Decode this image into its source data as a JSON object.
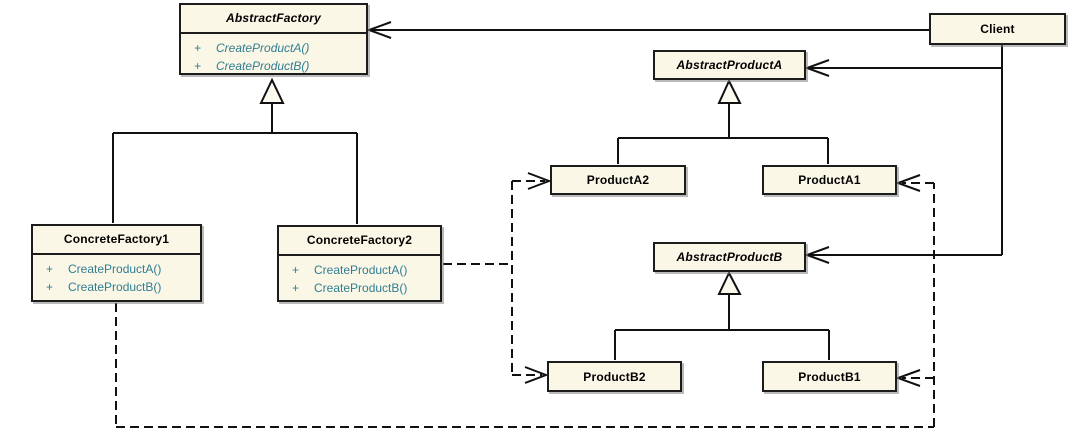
{
  "diagram_type": "uml-class-diagram",
  "pattern": "Abstract Factory",
  "colors": {
    "box_fill": "#FBF7E7",
    "box_border": "#1c1c1c",
    "line": "#111111",
    "method_text": "#2F7D92",
    "title_text": "#000000",
    "background": "#ffffff"
  },
  "classes": {
    "abstract_factory": {
      "name": "AbstractFactory",
      "abstract": true,
      "methods": [
        {
          "visibility": "+",
          "signature": "CreateProductA()"
        },
        {
          "visibility": "+",
          "signature": "CreateProductB()"
        }
      ]
    },
    "client": {
      "name": "Client",
      "abstract": false
    },
    "abstract_product_a": {
      "name": "AbstractProductA",
      "abstract": true
    },
    "product_a2": {
      "name": "ProductA2",
      "abstract": false
    },
    "product_a1": {
      "name": "ProductA1",
      "abstract": false
    },
    "abstract_product_b": {
      "name": "AbstractProductB",
      "abstract": true
    },
    "product_b2": {
      "name": "ProductB2",
      "abstract": false
    },
    "product_b1": {
      "name": "ProductB1",
      "abstract": false
    },
    "concrete_factory1": {
      "name": "ConcreteFactory1",
      "abstract": false,
      "methods": [
        {
          "visibility": "+",
          "signature": "CreateProductA()"
        },
        {
          "visibility": "+",
          "signature": "CreateProductB()"
        }
      ]
    },
    "concrete_factory2": {
      "name": "ConcreteFactory2",
      "abstract": false,
      "methods": [
        {
          "visibility": "+",
          "signature": "CreateProductA()"
        },
        {
          "visibility": "+",
          "signature": "CreateProductB()"
        }
      ]
    }
  },
  "relationships": [
    {
      "from": "Client",
      "to": "AbstractFactory",
      "type": "association",
      "line": "solid",
      "arrow": "open"
    },
    {
      "from": "Client",
      "to": "AbstractProductA",
      "type": "association",
      "line": "solid",
      "arrow": "open"
    },
    {
      "from": "Client",
      "to": "AbstractProductB",
      "type": "association",
      "line": "solid",
      "arrow": "open"
    },
    {
      "from": "ConcreteFactory1",
      "to": "AbstractFactory",
      "type": "generalization",
      "line": "solid",
      "arrow": "hollow-triangle"
    },
    {
      "from": "ConcreteFactory2",
      "to": "AbstractFactory",
      "type": "generalization",
      "line": "solid",
      "arrow": "hollow-triangle"
    },
    {
      "from": "ProductA2",
      "to": "AbstractProductA",
      "type": "generalization",
      "line": "solid",
      "arrow": "hollow-triangle"
    },
    {
      "from": "ProductA1",
      "to": "AbstractProductA",
      "type": "generalization",
      "line": "solid",
      "arrow": "hollow-triangle"
    },
    {
      "from": "ProductB2",
      "to": "AbstractProductB",
      "type": "generalization",
      "line": "solid",
      "arrow": "hollow-triangle"
    },
    {
      "from": "ProductB1",
      "to": "AbstractProductB",
      "type": "generalization",
      "line": "solid",
      "arrow": "hollow-triangle"
    },
    {
      "from": "ConcreteFactory2",
      "to": "ProductA2",
      "type": "dependency",
      "line": "dashed",
      "arrow": "open"
    },
    {
      "from": "ConcreteFactory2",
      "to": "ProductB2",
      "type": "dependency",
      "line": "dashed",
      "arrow": "open"
    },
    {
      "from": "ConcreteFactory1",
      "to": "ProductA1",
      "type": "dependency",
      "line": "dashed",
      "arrow": "open"
    },
    {
      "from": "ConcreteFactory1",
      "to": "ProductB1",
      "type": "dependency",
      "line": "dashed",
      "arrow": "open"
    }
  ]
}
